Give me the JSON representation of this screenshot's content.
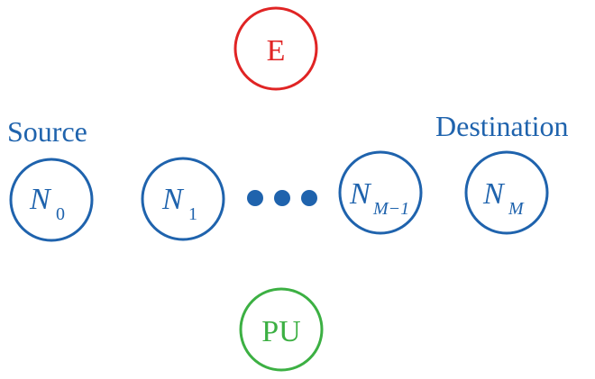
{
  "colors": {
    "relay": "#1f63ad",
    "eavesdropper": "#e02424",
    "primary_user": "#3cb043"
  },
  "labels": {
    "source": "Source",
    "destination": "Destination"
  },
  "nodes": {
    "eavesdropper": {
      "text": "E"
    },
    "primary_user": {
      "text": "PU"
    },
    "n0": {
      "base": "N",
      "sub": "0"
    },
    "n1": {
      "base": "N",
      "sub": "1"
    },
    "nm1": {
      "base": "N",
      "sub": "M−1"
    },
    "nm": {
      "base": "N",
      "sub": "M"
    }
  },
  "ellipsis": {
    "count": 3
  }
}
